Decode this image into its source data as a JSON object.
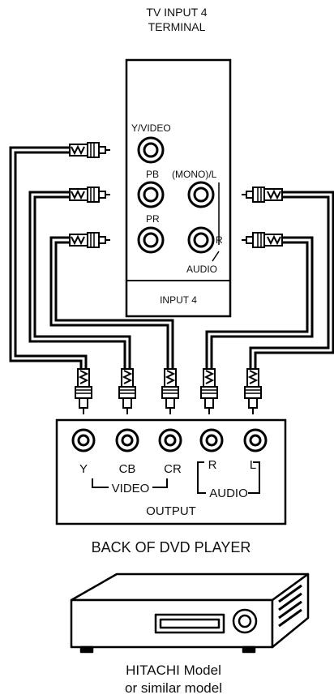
{
  "header": {
    "line1": "TV INPUT 4",
    "line2": "TERMINAL"
  },
  "tv_panel": {
    "y_video": "Y/VIDEO",
    "pb": "PB",
    "pr": "PR",
    "mono_l": "(MONO)/L",
    "r": "R",
    "audio": "AUDIO",
    "input": "INPUT 4"
  },
  "dvd_panel": {
    "y": "Y",
    "cb": "CB",
    "cr": "CR",
    "r": "R",
    "l": "L",
    "video": "VIDEO",
    "audio": "AUDIO",
    "output": "OUTPUT"
  },
  "caption": {
    "back": "BACK OF DVD PLAYER",
    "model1": "HITACHI Model",
    "model2": "or similar model"
  }
}
